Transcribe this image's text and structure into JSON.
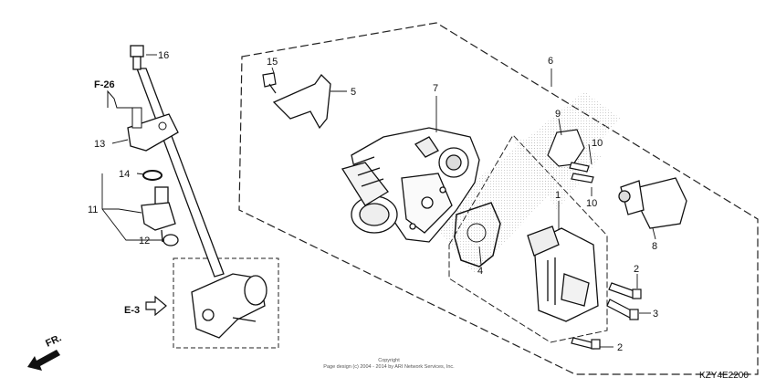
{
  "diagram": {
    "callouts": {
      "c1": "1",
      "c2a": "2",
      "c2b": "2",
      "c3": "3",
      "c4": "4",
      "c5": "5",
      "c6": "6",
      "c7": "7",
      "c8": "8",
      "c9": "9",
      "c10a": "10",
      "c10b": "10",
      "c11": "11",
      "c12": "12",
      "c13": "13",
      "c14": "14",
      "c15": "15",
      "c16": "16"
    },
    "refs": {
      "f26": "F-26",
      "e3": "E-3",
      "fr": "FR."
    },
    "copyright_line1": "Copyright",
    "copyright_line2": "Page design (c) 2004 - 2014 by ARI Network Services, Inc.",
    "diagram_code": "KZY4E2200"
  }
}
